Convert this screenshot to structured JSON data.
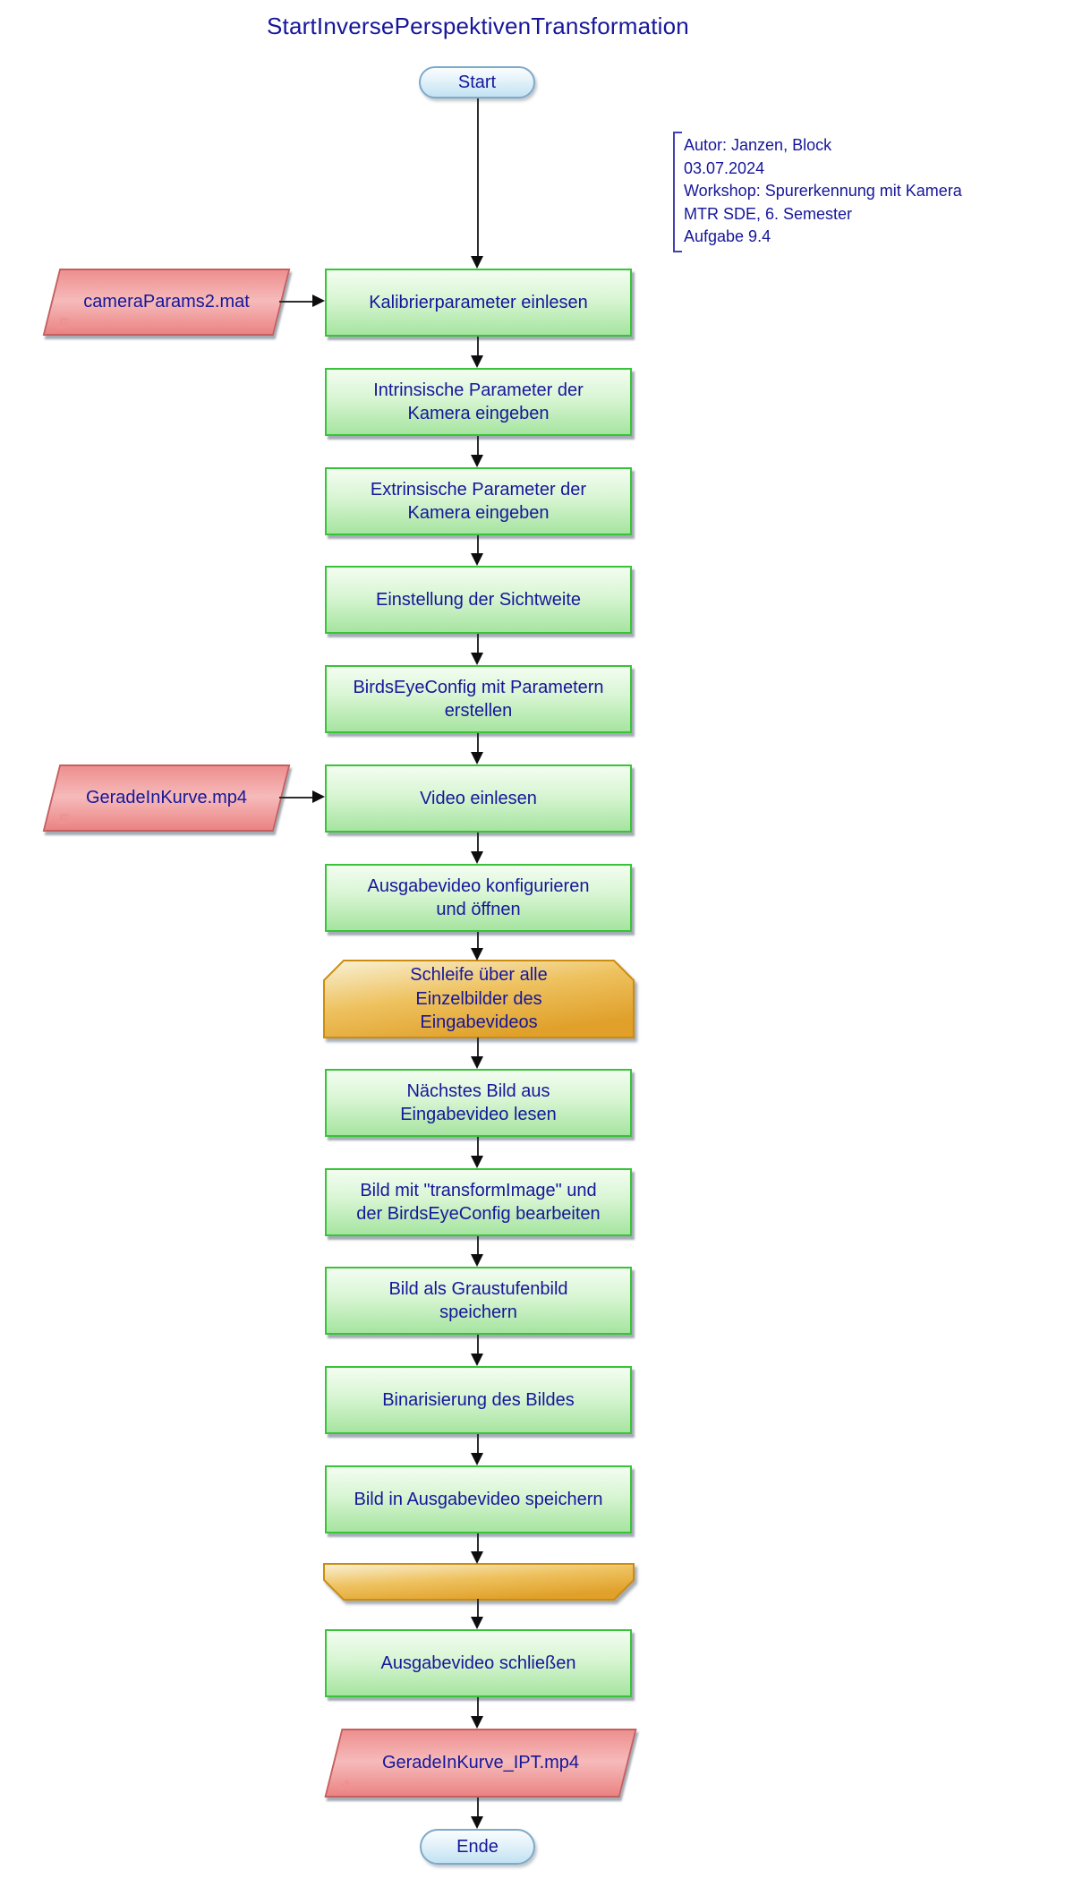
{
  "title": "StartInversePerspektivenTransformation",
  "terminals": {
    "start": "Start",
    "end": "Ende"
  },
  "annotation": {
    "lines": [
      "Autor: Janzen, Block",
      "03.07.2024",
      "Workshop: Spurerkennung mit Kamera",
      "MTR SDE, 6. Semester",
      "Aufgabe 9.4"
    ]
  },
  "inputs": [
    {
      "label": "cameraParams2.mat",
      "flag": "E"
    },
    {
      "label": "GeradeInKurve.mp4",
      "flag": "E"
    }
  ],
  "output": {
    "label": "GeradeInKurve_IPT.mp4",
    "flag": "A"
  },
  "processes": [
    "Kalibrierparameter einlesen",
    "Intrinsische Parameter der\nKamera eingeben",
    "Extrinsische Parameter der\nKamera eingeben",
    "Einstellung der Sichtweite",
    "BirdsEyeConfig mit Parametern\nerstellen",
    "Video einlesen",
    "Ausgabevideo konfigurieren\nund öffnen",
    "Nächstes Bild aus\nEingabevideo lesen",
    "Bild mit \"transformImage\" und\nder BirdsEyeConfig bearbeiten",
    "Bild als Graustufenbild\nspeichern",
    "Binarisierung des Bildes",
    "Bild in Ausgabevideo speichern",
    "Ausgabevideo schließen"
  ],
  "loop": {
    "header": "Schleife über alle\nEinzelbilder des\nEingabevideos"
  },
  "colors": {
    "text": "#16169b",
    "process_border": "#38c438",
    "io_border": "#c55f5f",
    "loop_border": "#cc8d0e",
    "terminal_border": "#7fa9c9",
    "arrow": "#2d2d2d"
  }
}
